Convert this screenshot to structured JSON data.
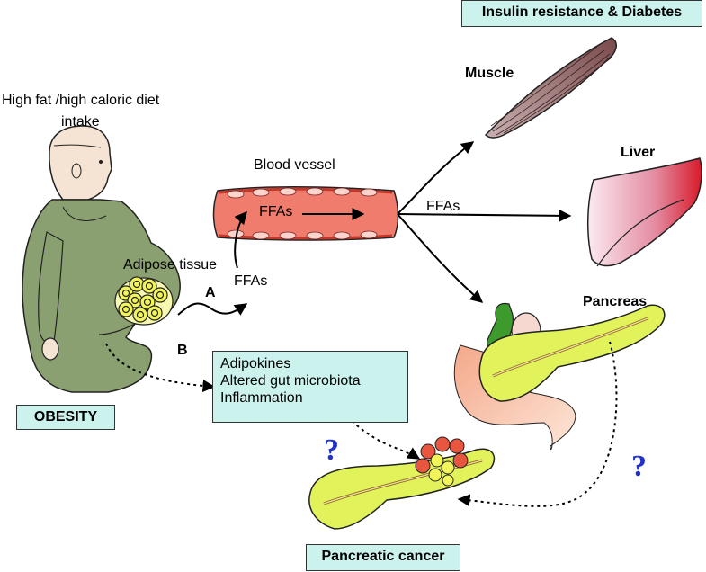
{
  "title_box": "Insulin resistance & Diabetes",
  "diet_label_line1": "High fat /high caloric diet",
  "diet_label_line2": "intake",
  "muscle_label": "Muscle",
  "liver_label": "Liver",
  "pancreas_label": "Pancreas",
  "blood_vessel_label": "Blood vessel",
  "ffas_in_vessel": "FFAs",
  "ffas_to_liver": "FFAs",
  "ffas_from_adipose": "FFAs",
  "adipose_label": "Adipose tissue",
  "path_a": "A",
  "path_b": "B",
  "obesity_box": "OBESITY",
  "factors": [
    "Adipokines",
    "Altered gut microbiota",
    "Inflammation"
  ],
  "question_mark": "?",
  "cancer_box": "Pancreatic cancer",
  "colors": {
    "box_fill": "#ccf2ee",
    "question": "#2233cc",
    "vessel": "#f07c6e",
    "pancreas": "#e2f25a",
    "adipose": "#f2f55a",
    "body": "#8aa070",
    "muscle": "#9a6f70",
    "liver": "#e8a9b4",
    "tumor": "#e8563f"
  }
}
